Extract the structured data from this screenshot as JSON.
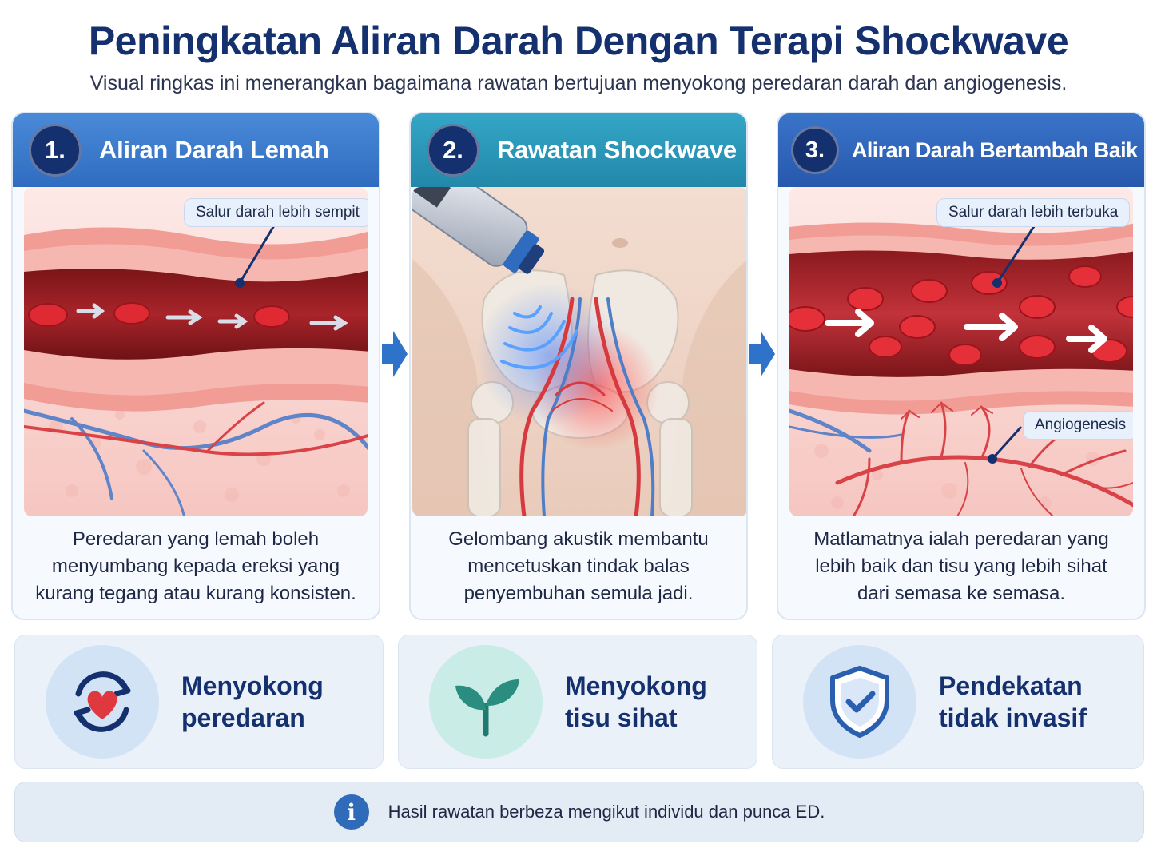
{
  "header": {
    "title": "Peningkatan Aliran Darah Dengan Terapi Shockwave",
    "subtitle": "Visual ringkas ini menerangkan bagaimana rawatan bertujuan menyokong peredaran darah dan angiogenesis."
  },
  "panels": [
    {
      "number": "1.",
      "heading": "Aliran Darah Lemah",
      "color": "#3d7fd0",
      "label": "Salur darah lebih sempit",
      "caption_lines": [
        "Peredaran yang lemah boleh",
        "menyumbang kepada ereksi yang",
        "kurang tegang atau kurang konsisten."
      ]
    },
    {
      "number": "2.",
      "heading": "Rawatan Shockwave",
      "color": "#2a98b8",
      "caption_lines": [
        "Gelombang akustik membantu",
        "mencetuskan tindak balas",
        "penyembuhan semula jadi."
      ]
    },
    {
      "number": "3.",
      "heading": "Aliran Darah Bertambah Baik",
      "color": "#2f66bd",
      "label": "Salur darah lebih terbuka",
      "label2": "Angiogenesis",
      "caption_lines": [
        "Matlamatnya ialah peredaran yang",
        "lebih baik dan tisu yang lebih sihat",
        "dari semasa ke semasa."
      ]
    }
  ],
  "features": [
    {
      "icon": "heart-cycle-icon",
      "lines": [
        "Menyokong",
        "peredaran"
      ]
    },
    {
      "icon": "sprout-icon",
      "lines": [
        "Menyokong",
        "tisu sihat"
      ]
    },
    {
      "icon": "shield-check-icon",
      "lines": [
        "Pendekatan",
        "tidak invasif"
      ]
    }
  ],
  "note": {
    "icon": "info-icon",
    "text": "Hasil rawatan berbeza mengikut individu dan punca ED."
  }
}
